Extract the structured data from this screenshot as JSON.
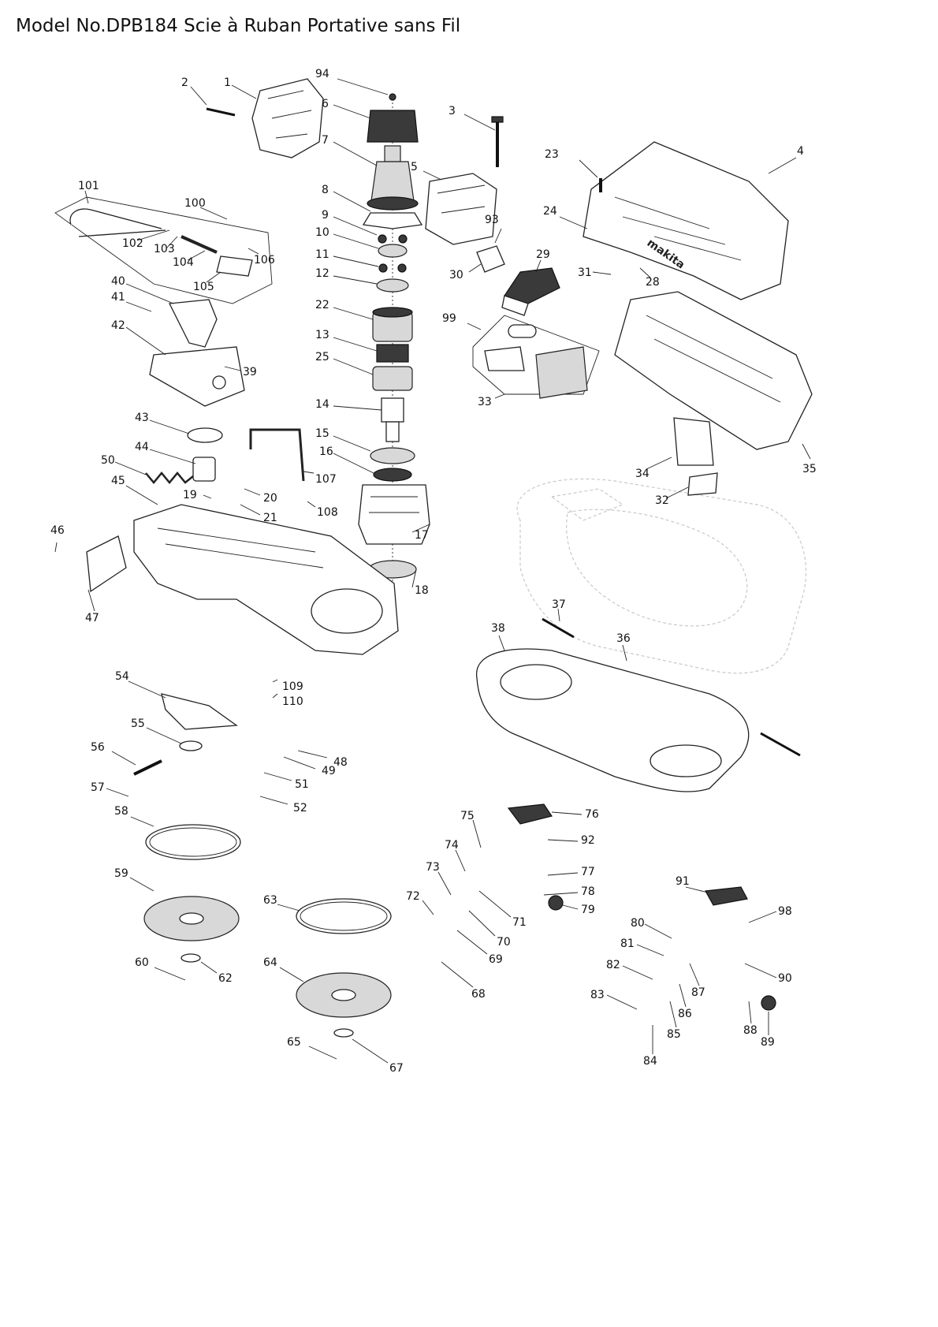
{
  "title": "Model No.DPB184 Scie à Ruban Portative sans Fil",
  "part_labels": [
    "1",
    "2",
    "3",
    "4",
    "5",
    "6",
    "7",
    "8",
    "9",
    "10",
    "11",
    "12",
    "13",
    "14",
    "15",
    "16",
    "17",
    "18",
    "19",
    "20",
    "21",
    "22",
    "23",
    "24",
    "25",
    "28",
    "29",
    "30",
    "31",
    "32",
    "33",
    "34",
    "35",
    "36",
    "37",
    "38",
    "39",
    "40",
    "41",
    "42",
    "43",
    "44",
    "45",
    "46",
    "47",
    "48",
    "49",
    "50",
    "51",
    "52",
    "54",
    "55",
    "56",
    "57",
    "58",
    "59",
    "60",
    "62",
    "63",
    "64",
    "65",
    "67",
    "68",
    "69",
    "70",
    "71",
    "72",
    "73",
    "74",
    "75",
    "76",
    "77",
    "78",
    "79",
    "80",
    "81",
    "82",
    "83",
    "84",
    "85",
    "86",
    "87",
    "88",
    "89",
    "90",
    "91",
    "92",
    "93",
    "94",
    "98",
    "99",
    "100",
    "101",
    "102",
    "103",
    "104",
    "105",
    "106",
    "107",
    "108",
    "109",
    "110"
  ]
}
